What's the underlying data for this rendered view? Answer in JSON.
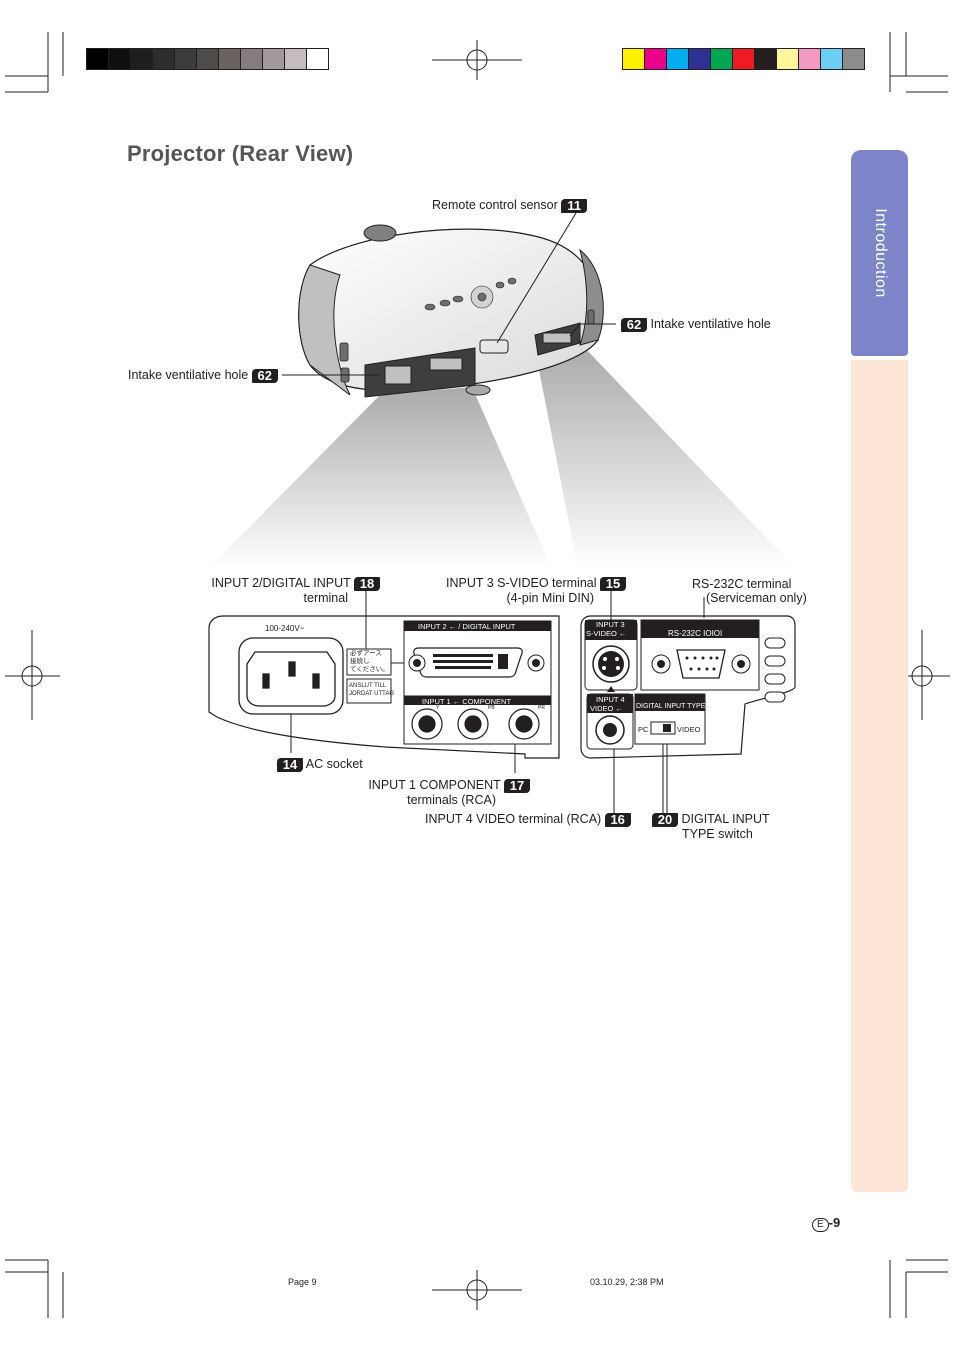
{
  "page": {
    "title": "Projector (Rear View)",
    "side_tab": "Introduction",
    "page_prefix": "E",
    "page_number": "-9",
    "footer_left": "Page 9",
    "footer_right": "03.10.29, 2:38 PM"
  },
  "callouts": {
    "remote_sensor": {
      "text": "Remote control sensor",
      "ref": "11"
    },
    "intake_right": {
      "text": "Intake ventilative hole",
      "ref": "62"
    },
    "intake_left": {
      "text": "Intake ventilative hole",
      "ref": "62"
    },
    "input2": {
      "line1": "INPUT 2/DIGITAL INPUT",
      "line2": "terminal",
      "ref": "18"
    },
    "input3": {
      "line1": "INPUT 3 S-VIDEO terminal",
      "line2": "(4-pin Mini DIN)",
      "ref": "15"
    },
    "rs232c": {
      "line1": "RS-232C terminal",
      "line2": "(Serviceman only)"
    },
    "ac_socket": {
      "text": "AC socket",
      "ref": "14"
    },
    "input1": {
      "line1": "INPUT 1 COMPONENT",
      "line2": "terminals (RCA)",
      "ref": "17"
    },
    "input4": {
      "text": "INPUT 4 VIDEO terminal (RCA)",
      "ref": "16"
    },
    "digital_type": {
      "line1": "DIGITAL INPUT",
      "line2": "TYPE switch",
      "ref": "20"
    }
  },
  "panel": {
    "voltage": "100-240V~",
    "input2_header": "INPUT 2 ← / DIGITAL INPUT",
    "earth_jp_1": "必ずアース",
    "earth_jp_2": "接続し",
    "earth_jp_3": "てください。",
    "anslut_1": "ANSLUT TILL",
    "anslut_2": "JORDAT UTTAG",
    "input1_header": "INPUT 1 ←     COMPONENT",
    "comp_y": "Y",
    "comp_pb": "PB",
    "comp_pr": "PR",
    "input3_1": "INPUT 3",
    "input3_2": "S-VIDEO ←",
    "rs232c_header": "RS-232C IOIOI",
    "input4_1": "INPUT 4",
    "input4_2": "VIDEO ←",
    "digital_header": "DIGITAL INPUT TYPE",
    "switch_pc": "PC",
    "switch_video": "VIDEO"
  },
  "colors": {
    "side_tab": "#7e84c8",
    "side_body": "#fde6d6",
    "badge": "#231f20",
    "color_bar": [
      "#fff200",
      "#ec008c",
      "#00aeef",
      "#2e3192",
      "#00a651",
      "#ed1c24",
      "#231f20",
      "#fff799",
      "#f49ac1",
      "#6dcff6",
      "#8c8c8c"
    ],
    "gray_bar": [
      "#000000",
      "#0f0f0f",
      "#1e1e1e",
      "#2d2d2d",
      "#3c3c3c",
      "#4f4b4b",
      "#6b6262",
      "#857d7d",
      "#a09a9a",
      "#c5bdbd",
      "#ffffff"
    ]
  }
}
